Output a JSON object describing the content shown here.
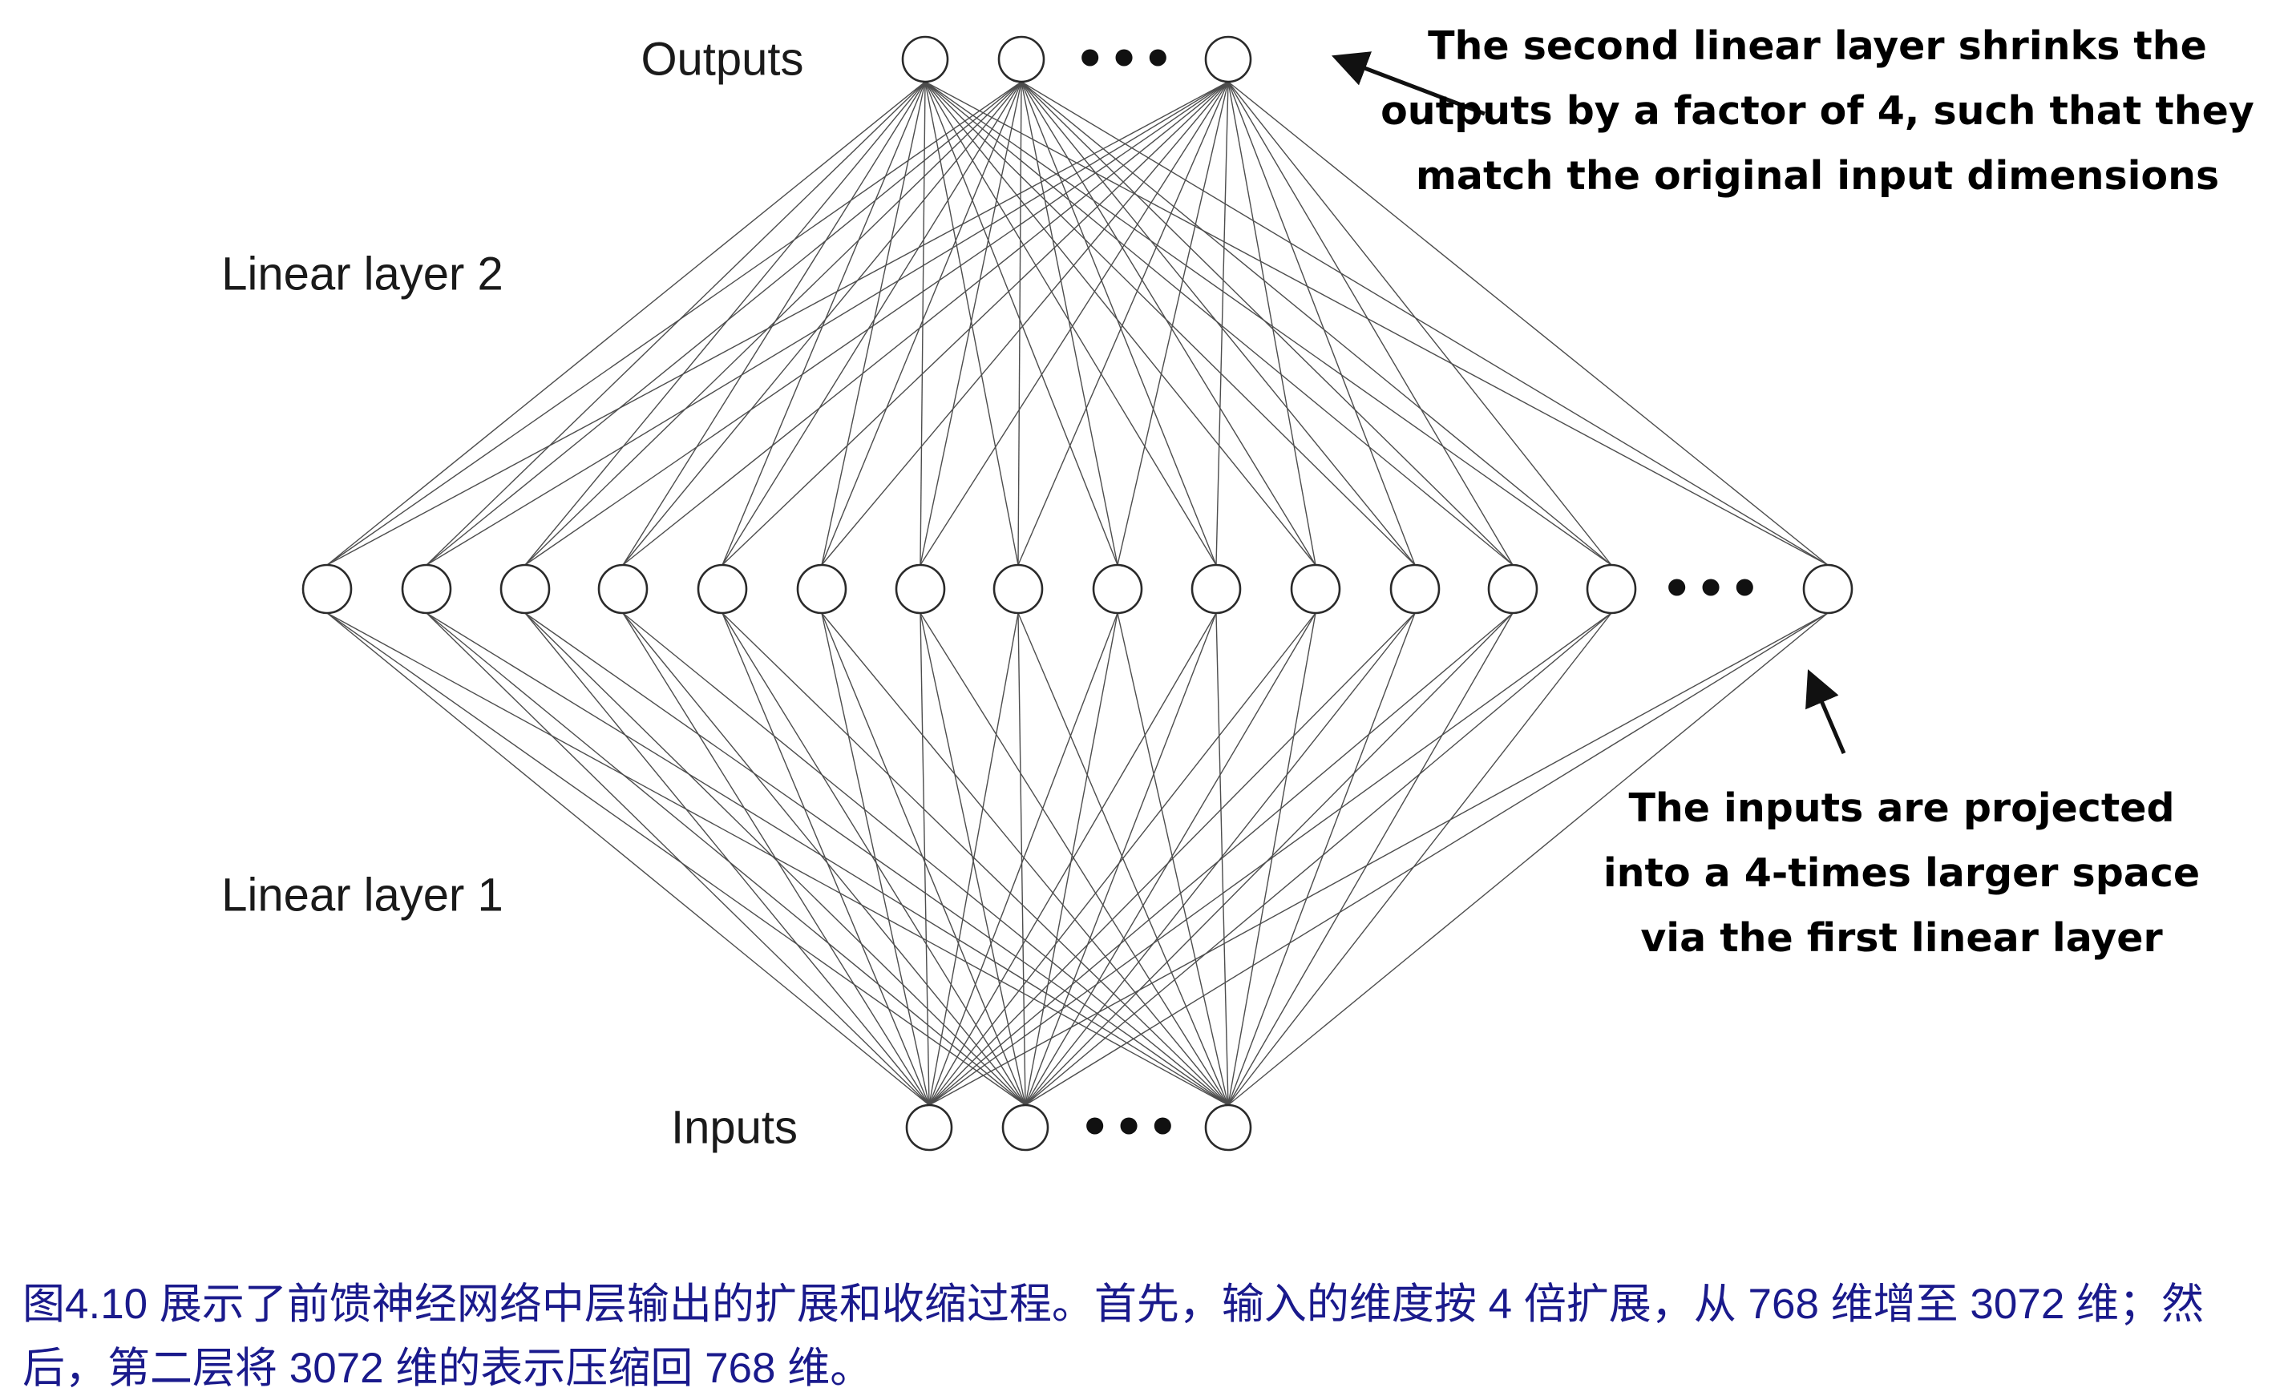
{
  "diagram": {
    "labels": {
      "outputs": "Outputs",
      "inputs": "Inputs",
      "linear_layer_2": "Linear layer 2",
      "linear_layer_1": "Linear layer 1"
    },
    "annotations": {
      "top": [
        "The second linear layer shrinks the",
        "outputs by a factor of 4, such that they",
        "match the original input dimensions"
      ],
      "bottom": [
        "The inputs are projected",
        "into a 4-times larger space",
        "via the first linear layer"
      ]
    },
    "network": {
      "visible_output_nodes": 3,
      "visible_hidden_nodes": 15,
      "visible_input_nodes": 3,
      "ellipsis": "•••"
    },
    "colors": {
      "node_fill": "#ffffff",
      "node_stroke": "#2a2a2a",
      "edge_stroke": "#4d4d4d",
      "arrow": "#111111"
    }
  },
  "caption": {
    "text": "图4.10 展示了前馈神经网络中层输出的扩展和收缩过程。首先，输入的维度按 4 倍扩展，从 768 维增至 3072 维；然后，第二层将 3072 维的表示压缩回 768 维。",
    "color": "#1a1a8c"
  }
}
